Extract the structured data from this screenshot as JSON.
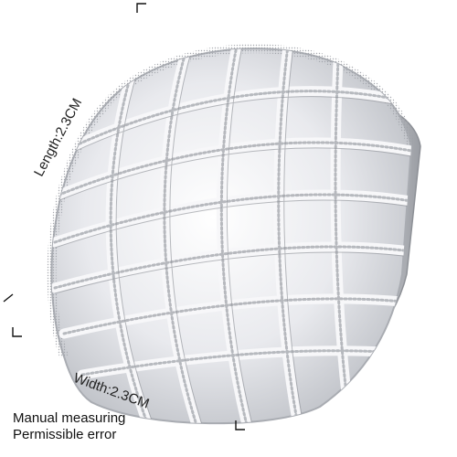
{
  "product": {
    "length_label": "Length:2.3CM",
    "width_label": "Width:2.3CM",
    "notes": [
      "Manual measuring",
      "Permissible error"
    ]
  },
  "colors": {
    "background": "#ffffff",
    "silver_light": "#f4f4f6",
    "silver_mid": "#c9cbd0",
    "silver_dark": "#8d9096",
    "text": "#222222"
  }
}
